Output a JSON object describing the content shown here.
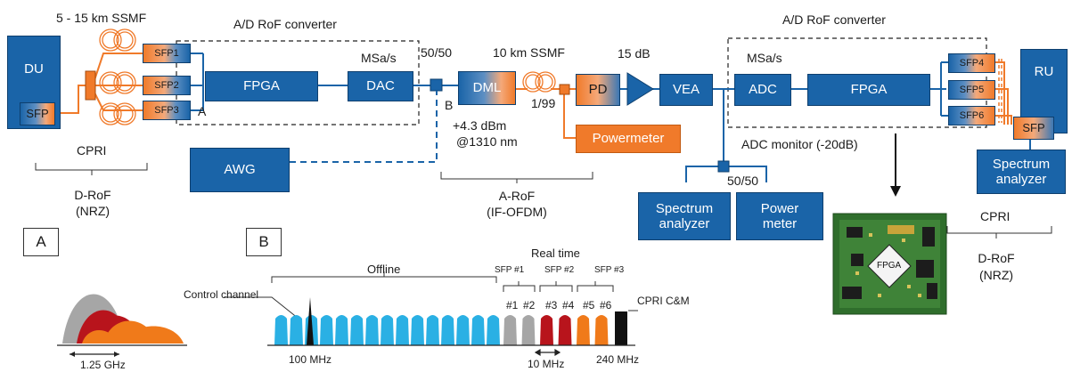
{
  "labels": {
    "ssmf_left": "5 - 15 km SSMF",
    "ad_rof_left": "A/D RoF converter",
    "ad_rof_right": "A/D RoF converter",
    "msas_left": "MSa/s",
    "msas_right": "MSa/s",
    "split_5050_top": "50/50",
    "ssmf_10km": "10 km SSMF",
    "gain_15db": "15 dB",
    "point_a": "A",
    "point_b": "B",
    "tap_1_99": "1/99",
    "launch_power": "+4.3 dBm",
    "wavelength": "@1310 nm",
    "adc_monitor": "ADC monitor (-20dB)",
    "split_5050_bottom": "50/50",
    "cpri_left": "CPRI",
    "drof_left_line1": "D-RoF",
    "drof_left_line2": "(NRZ)",
    "arof_line1": "A-RoF",
    "arof_line2": "(IF-OFDM)",
    "cpri_right": "CPRI",
    "drof_right_line1": "D-RoF",
    "drof_right_line2": "(NRZ)",
    "panel_a": "A",
    "panel_b": "B",
    "fpga_chip": "FPGA"
  },
  "blocks": {
    "du": "DU",
    "sfp_du": "SFP",
    "sfp1": "SFP1",
    "sfp2": "SFP2",
    "sfp3": "SFP3",
    "fpga_left": "FPGA",
    "dac": "DAC",
    "dml": "DML",
    "pd": "PD",
    "vea": "VEA",
    "adc": "ADC",
    "fpga_right": "FPGA",
    "sfp4": "SFP4",
    "sfp5": "SFP5",
    "sfp6": "SFP6",
    "ru": "RU",
    "sfp_ru": "SFP",
    "powermeter_orange": "Powermeter",
    "awg": "AWG",
    "spectrum_analyzer_left_line1": "Spectrum",
    "spectrum_analyzer_left_line2": "analyzer",
    "power_meter_line1": "Power",
    "power_meter_line2": "meter",
    "spectrum_analyzer_right_line1": "Spectrum",
    "spectrum_analyzer_right_line2": "analyzer"
  },
  "spectrum": {
    "offline": "Offline",
    "control_channel": "Control channel",
    "real_time": "Real time",
    "sfp_group_1": "SFP #1",
    "sfp_group_2": "SFP #2",
    "sfp_group_3": "SFP #3",
    "ch1": "#1",
    "ch2": "#2",
    "ch3": "#3",
    "ch4": "#4",
    "ch5": "#5",
    "ch6": "#6",
    "cpri_cm": "CPRI C&M",
    "freq_100": "100 MHz",
    "freq_10": "10 MHz",
    "freq_240": "240 MHz",
    "bw_125": "1.25 GHz"
  },
  "colors": {
    "blue_block": "#1a64a8",
    "orange_block": "#f07a2a",
    "offline_channel": "#2ab0e4",
    "sfp1_channel": "#a6a6a6",
    "sfp2_channel": "#b8141c",
    "sfp3_channel": "#f07a1a",
    "control_channel": "#111111"
  }
}
